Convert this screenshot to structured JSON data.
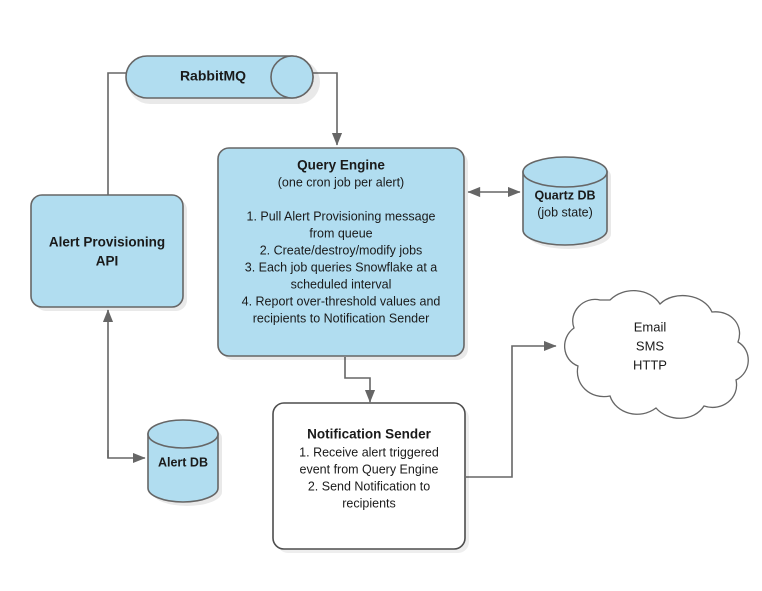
{
  "diagram": {
    "type": "architecture-flow-diagram",
    "background_color": "#ffffff",
    "palette": {
      "node_fill_blue": "#b1ddf0",
      "node_fill_white": "#ffffff",
      "node_border": "#666666",
      "edge_color": "#666666",
      "text_color": "#1a1a1a"
    },
    "nodes": {
      "rabbitmq": {
        "label": "RabbitMQ",
        "shape": "horizontal-cylinder-queue",
        "fill": "#b1ddf0"
      },
      "alert_provisioning_api": {
        "label_line1": "Alert Provisioning",
        "label_line2": "API",
        "shape": "rounded-rectangle",
        "fill": "#b1ddf0"
      },
      "query_engine": {
        "title": "Query Engine",
        "subtitle": "(one cron job per alert)",
        "shape": "rounded-rectangle",
        "fill": "#b1ddf0",
        "steps": [
          "1. Pull Alert Provisioning message",
          "from queue",
          "2. Create/destroy/modify jobs",
          "3. Each job queries Snowflake at a",
          "scheduled interval",
          "4. Report over-threshold values and",
          "recipients to Notification Sender"
        ]
      },
      "quartz_db": {
        "label": "Quartz DB",
        "sublabel": "(job state)",
        "shape": "vertical-cylinder-database",
        "fill": "#b1ddf0"
      },
      "alert_db": {
        "label": "Alert DB",
        "shape": "vertical-cylinder-database",
        "fill": "#b1ddf0"
      },
      "notification_sender": {
        "title": "Notification Sender",
        "shape": "rounded-rectangle",
        "fill": "#ffffff",
        "steps": [
          "1. Receive alert triggered",
          "event from Query Engine",
          "2. Send Notification to",
          "recipients"
        ]
      },
      "channels_cloud": {
        "shape": "cloud",
        "fill": "#ffffff",
        "lines": [
          "Email",
          "SMS",
          "HTTP"
        ]
      }
    },
    "edges": [
      {
        "name": "api-to-rabbitmq",
        "from": "alert_provisioning_api",
        "to": "rabbitmq",
        "arrow": "end"
      },
      {
        "name": "rabbitmq-to-query-engine",
        "from": "rabbitmq",
        "to": "query_engine",
        "arrow": "end"
      },
      {
        "name": "query-engine-to-quartz-db",
        "from": "query_engine",
        "to": "quartz_db",
        "arrow": "both"
      },
      {
        "name": "api-to-alert-db",
        "from": "alert_provisioning_api",
        "to": "alert_db",
        "arrow": "both"
      },
      {
        "name": "query-engine-to-notification-sender",
        "from": "query_engine",
        "to": "notification_sender",
        "arrow": "end"
      },
      {
        "name": "notification-sender-to-cloud",
        "from": "notification_sender",
        "to": "channels_cloud",
        "arrow": "end"
      }
    ]
  }
}
